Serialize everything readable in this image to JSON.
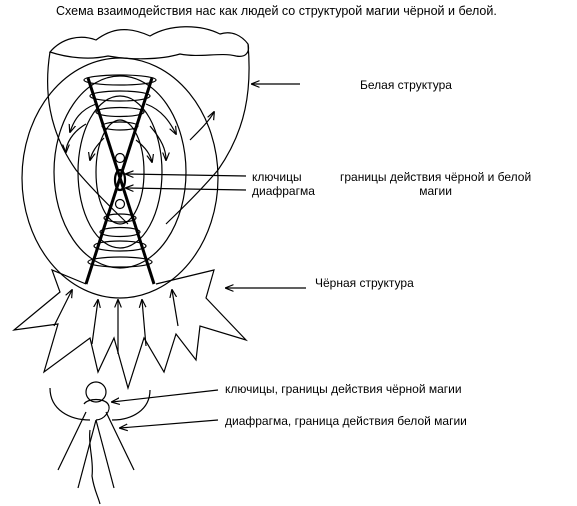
{
  "diagram": {
    "title": "Схема взаимодействия нас как людей со структурой магии чёрной и белой.",
    "labels": {
      "white_structure": "Белая структура",
      "clavicles": "ключицы",
      "diaphragm": "диафрагма",
      "boundaries_line1": "границы действия чёрной и белой",
      "boundaries_line2": "магии",
      "black_structure": "Чёрная структура",
      "clavicles_black": "ключицы, границы действия чёрной магии",
      "diaphragm_white": "диафрагма, граница действия белой магии"
    },
    "colors": {
      "stroke": "#000000",
      "background": "#ffffff"
    }
  }
}
